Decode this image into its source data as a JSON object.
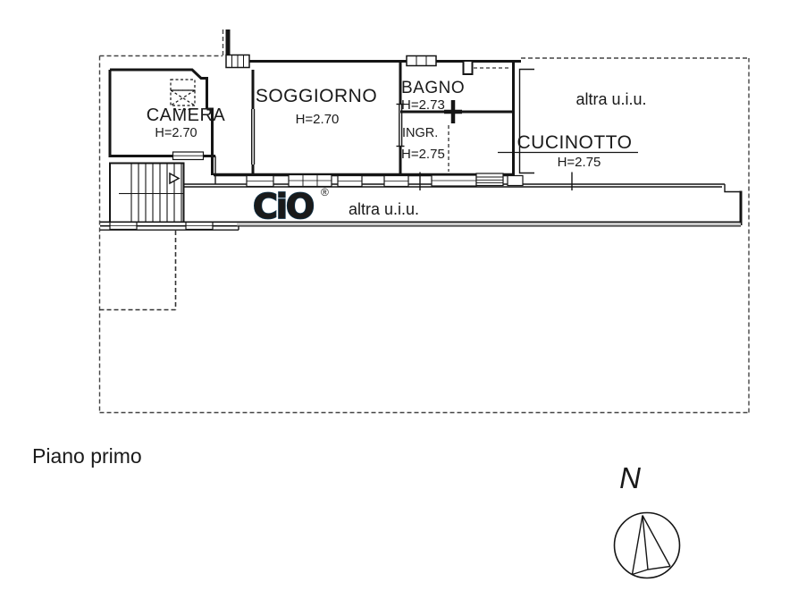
{
  "floor": {
    "label": "Piano primo"
  },
  "rooms": {
    "camera": {
      "name": "CAMERA",
      "height": "H=2.70"
    },
    "soggiorno": {
      "name": "SOGGIORNO",
      "height": "H=2.70"
    },
    "bagno": {
      "name": "BAGNO",
      "height": "H=2.73"
    },
    "ingresso": {
      "name": "INGR.",
      "height": "H=2.75"
    },
    "cucinotto": {
      "name": "CUCINOTTO",
      "height": "H=2.75"
    }
  },
  "other_units": {
    "top_right": "altra u.i.u.",
    "lower_strip": "altra u.i.u."
  },
  "compass": {
    "north_label": "N"
  },
  "logo": {
    "text": "CiO",
    "registered_mark": "®",
    "fill_color": "#2590d2",
    "outline_color": "#0d2f45"
  },
  "colors": {
    "wall": "#151515",
    "dashed_boundary": "#444444",
    "background": "#ffffff"
  }
}
